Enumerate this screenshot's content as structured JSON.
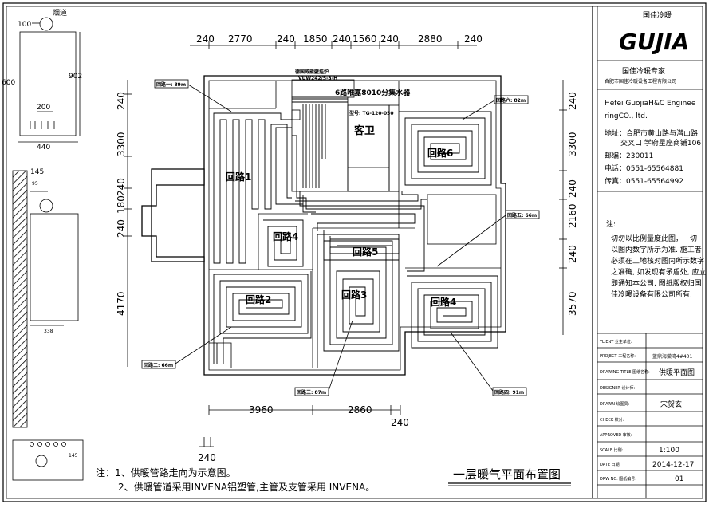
{
  "drawing": {
    "title": "一层暖气平面布置图",
    "notes": [
      "注：1、供暖管路走向为示意图。",
      "2、供暖管道采用INVENA铝塑管,主管及支管采用 INVENA。"
    ],
    "top_dims": [
      "240",
      "2770",
      "240",
      "1850",
      "240",
      "1560",
      "240",
      "2880",
      "240"
    ],
    "bottom_dims": [
      "3960",
      "2860",
      "240"
    ],
    "bottom_left_dim": "240",
    "left_dims": [
      "240",
      "3300",
      "240",
      "180",
      "240",
      "4170"
    ],
    "right_dims": [
      "240",
      "3300",
      "240",
      "2160",
      "240",
      "3570"
    ],
    "boiler_label": [
      "德国威能壁挂炉",
      "VUW242/5-3-H"
    ],
    "manifold_label": "6路唯嘉8010分集水器",
    "manifold_model": "型号: TG-120-050",
    "room_kewei": "客卫",
    "loop_labels": [
      "回路1",
      "回路2",
      "回路3",
      "回路4",
      "回路5",
      "回路6",
      "回路4"
    ],
    "callouts": [
      "回路一: 89m",
      "回路二: 66m",
      "回路三: 87m",
      "回路四: 91m",
      "回路五: 66m",
      "回路六: 82m"
    ],
    "detail_top": {
      "flue": "烟道",
      "d100": "100",
      "d902": "902",
      "d600": "600",
      "d200": "200",
      "d440": "440"
    },
    "detail_mid": {
      "d145": "145",
      "d95": "95",
      "d338": "338"
    },
    "detail_bottom": {
      "d145": "145"
    }
  },
  "title_block": {
    "logo": "GUJIA",
    "logo_cn": "国佳冷暖",
    "expert": "国佳冷暖专家",
    "company_cn": "合肥市国佳冷暖设备工程有限公司",
    "company_en": [
      "Hefei GuojiaH&C Enginee",
      "ringCO., ltd."
    ],
    "address": [
      "地址：合肥市黄山路与潜山路",
      "交叉口 学府星座商铺106"
    ],
    "postcode": "邮编：230011",
    "phone": "电话：0551-65564881",
    "fax": "传真：0551-65564992",
    "note_title": "注:",
    "note_text": [
      "切勿以比例量度此图，一切",
      "以图内数字所示为准. 施工者",
      "必须在工地核对图内所示数字",
      "之准确, 如发现有矛盾处, 应立",
      "即通知本公司. 图纸版权归国",
      "佳冷暖设备有限公司所有."
    ],
    "rows": [
      {
        "label": "TLIENT 业主单位:",
        "value": ""
      },
      {
        "label": "PROJECT 工程名称:",
        "value": "蓝鼎海棠湾4#401"
      },
      {
        "label": "DRAWING TITLE 图纸名称:",
        "value": "供暖平面图"
      },
      {
        "label": "DESIGNER 设计师:",
        "value": ""
      },
      {
        "label": "DRAWN 绘图员:",
        "value": "宋贺玄"
      },
      {
        "label": "CHECK 校对:",
        "value": ""
      },
      {
        "label": "APPROVED 审核:",
        "value": ""
      },
      {
        "label": "SCALE 比例:",
        "value": "1:100"
      },
      {
        "label": "DATE 日期:",
        "value": "2014-12-17"
      },
      {
        "label": "DRW NO. 图纸编号:",
        "value": "01"
      }
    ]
  }
}
